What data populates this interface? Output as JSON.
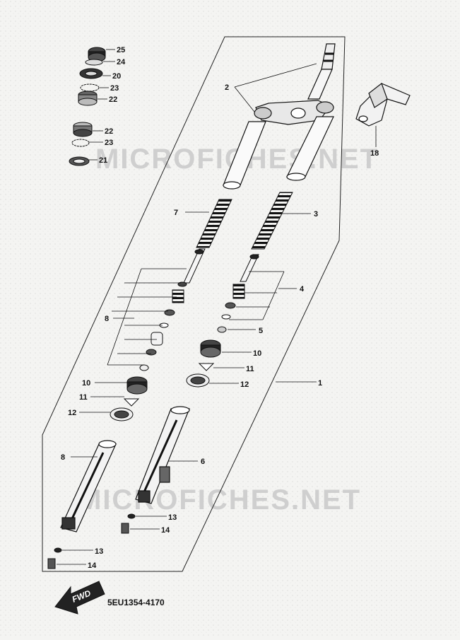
{
  "watermarks": [
    "MICROFICHES.NET",
    "MICROFICHES.NET"
  ],
  "diagram_code": "5EU1354-4170",
  "fwd_label": "FWD",
  "callouts": {
    "c1": "1",
    "c2": "2",
    "c3": "3",
    "c4": "4",
    "c5": "5",
    "c6": "6",
    "c7": "7",
    "c8a": "8",
    "c8b": "8",
    "c10a": "10",
    "c10b": "10",
    "c11a": "11",
    "c11b": "11",
    "c12a": "12",
    "c12b": "12",
    "c13a": "13",
    "c13b": "13",
    "c14a": "14",
    "c14b": "14",
    "c18": "18",
    "c20": "20",
    "c21": "21",
    "c22a": "22",
    "c22b": "22",
    "c23a": "23",
    "c23b": "23",
    "c24": "24",
    "c25": "25"
  }
}
